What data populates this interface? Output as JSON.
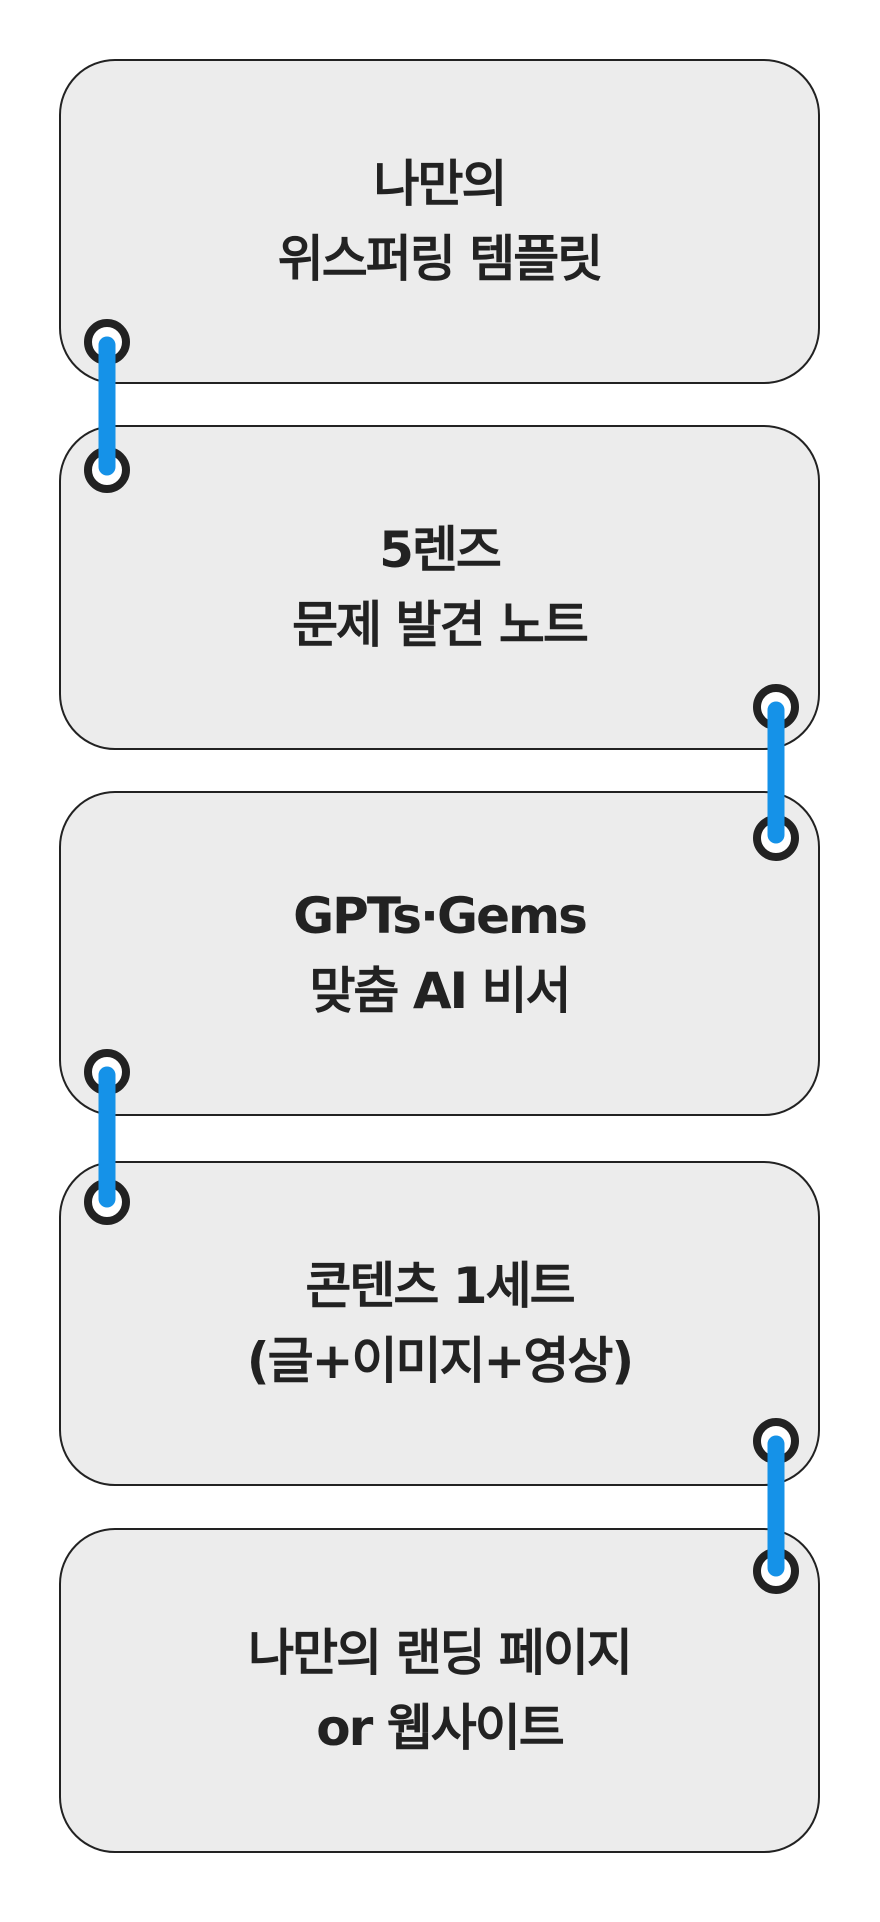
{
  "colors": {
    "connector": "#1592e8",
    "ring": "#222222",
    "card_fill": "#ececec"
  },
  "cards": [
    {
      "lines": [
        "나만의",
        "위스퍼링 템플릿"
      ]
    },
    {
      "lines": [
        "5렌즈",
        "문제 발견 노트"
      ]
    },
    {
      "lines": [
        "GPTs·Gems",
        "맞춤 AI 비서"
      ]
    },
    {
      "lines": [
        "콘텐츠 1세트",
        "(글+이미지+영상)"
      ]
    },
    {
      "lines": [
        "나만의 랜딩 페이지",
        "or 웹사이트"
      ]
    }
  ]
}
